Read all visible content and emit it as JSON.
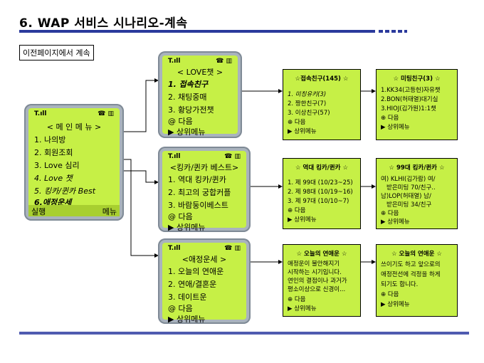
{
  "page": {
    "title": "6. WAP 서비스 시나리오-계속",
    "prev_label": "이전페이지에서 계속"
  },
  "main_phone": {
    "status_left": "T.ıll",
    "status_right": "☎ ▥",
    "header": "< 메 인 메 뉴 >",
    "items": [
      "1. 나의방",
      "2. 회원조회",
      "3. Love 심리",
      "4. Love 챗",
      "5. 킹카/퀸카 Best",
      "6.애정운세"
    ],
    "footer_left": "실행",
    "footer_right": "메뉴"
  },
  "phones": [
    {
      "status_left": "T.ıll",
      "status_right": "☎ ▥",
      "header": "< LOVE챗 >",
      "items": [
        "1. 접속친구",
        "2. 채팅중매",
        "3. 황당가전챗",
        "@ 다음",
        "▶ 상위메뉴"
      ]
    },
    {
      "status_left": "T.ıll",
      "status_right": "☎ ▥",
      "header": "<킹카/퀸카 베스트>",
      "items": [
        "1. 역대 킹카/퀸카",
        "2. 최고의 궁합커플",
        "3. 바람둥이베스트",
        "@ 다음",
        "▶ 상위메뉴"
      ]
    },
    {
      "status_left": "T.ıll",
      "status_right": "☎ ▥",
      "header": "<애정운세 >",
      "items": [
        "1. 오늘의 연애운",
        "2. 연애/결혼운",
        "3. 데이트운",
        "@ 다음",
        "▶ 상위메뉴"
      ]
    }
  ],
  "boxes": [
    {
      "title": "☆접속친구(145) ☆",
      "lines": [
        "1. 미칭유키(3)",
        "2. 짱한친구(7)",
        "3. 이상친구(57)",
        "⊕ 다음",
        "▶ 상위메뉴"
      ]
    },
    {
      "title": "☆ 미팅친구(3) ☆",
      "lines": [
        "1.KK34(고등헌)자유챗",
        "2.BON(허태열)대기실",
        "3.HIOJ(김가원)1:1챗",
        "⊕ 다음",
        "▶ 상위메뉴"
      ]
    },
    {
      "title": "☆ 역대 킹카/퀸카 ☆",
      "lines": [
        "1. 제 99대 (10/23~25)",
        "2. 제 98대 (10/19~16)",
        "3. 제 97대 (10/10~7)",
        "⊕ 다음",
        "▶ 상위메뉴"
      ]
    },
    {
      "title": "☆ 99대 킹카/퀸카 ☆",
      "lines": [
        "여) KLHI(김가람) 여/",
        "받은미팅 70/친구..",
        "남)LOP(허태열) 남/",
        "받은미팅 34/친구",
        "⊕ 다음",
        "▶ 상위메뉴"
      ]
    },
    {
      "title": "☆ 오늘의 연애운 ☆",
      "lines": [
        "애정운이 불안해지기",
        "시작하는 시기입니다.",
        "연인의 결점이나 과거가",
        "평소이상으로 신경이...",
        "⊕ 다음",
        "▶ 상위메뉴"
      ]
    },
    {
      "title": "☆ 오늘의 연애운 ☆",
      "lines": [
        "쓰이기도 하고 앞으로의",
        "애정전선에 걱정을 하게",
        "되기도 합니다.",
        "⊕ 다음",
        "▶ 상위메뉴"
      ]
    }
  ]
}
